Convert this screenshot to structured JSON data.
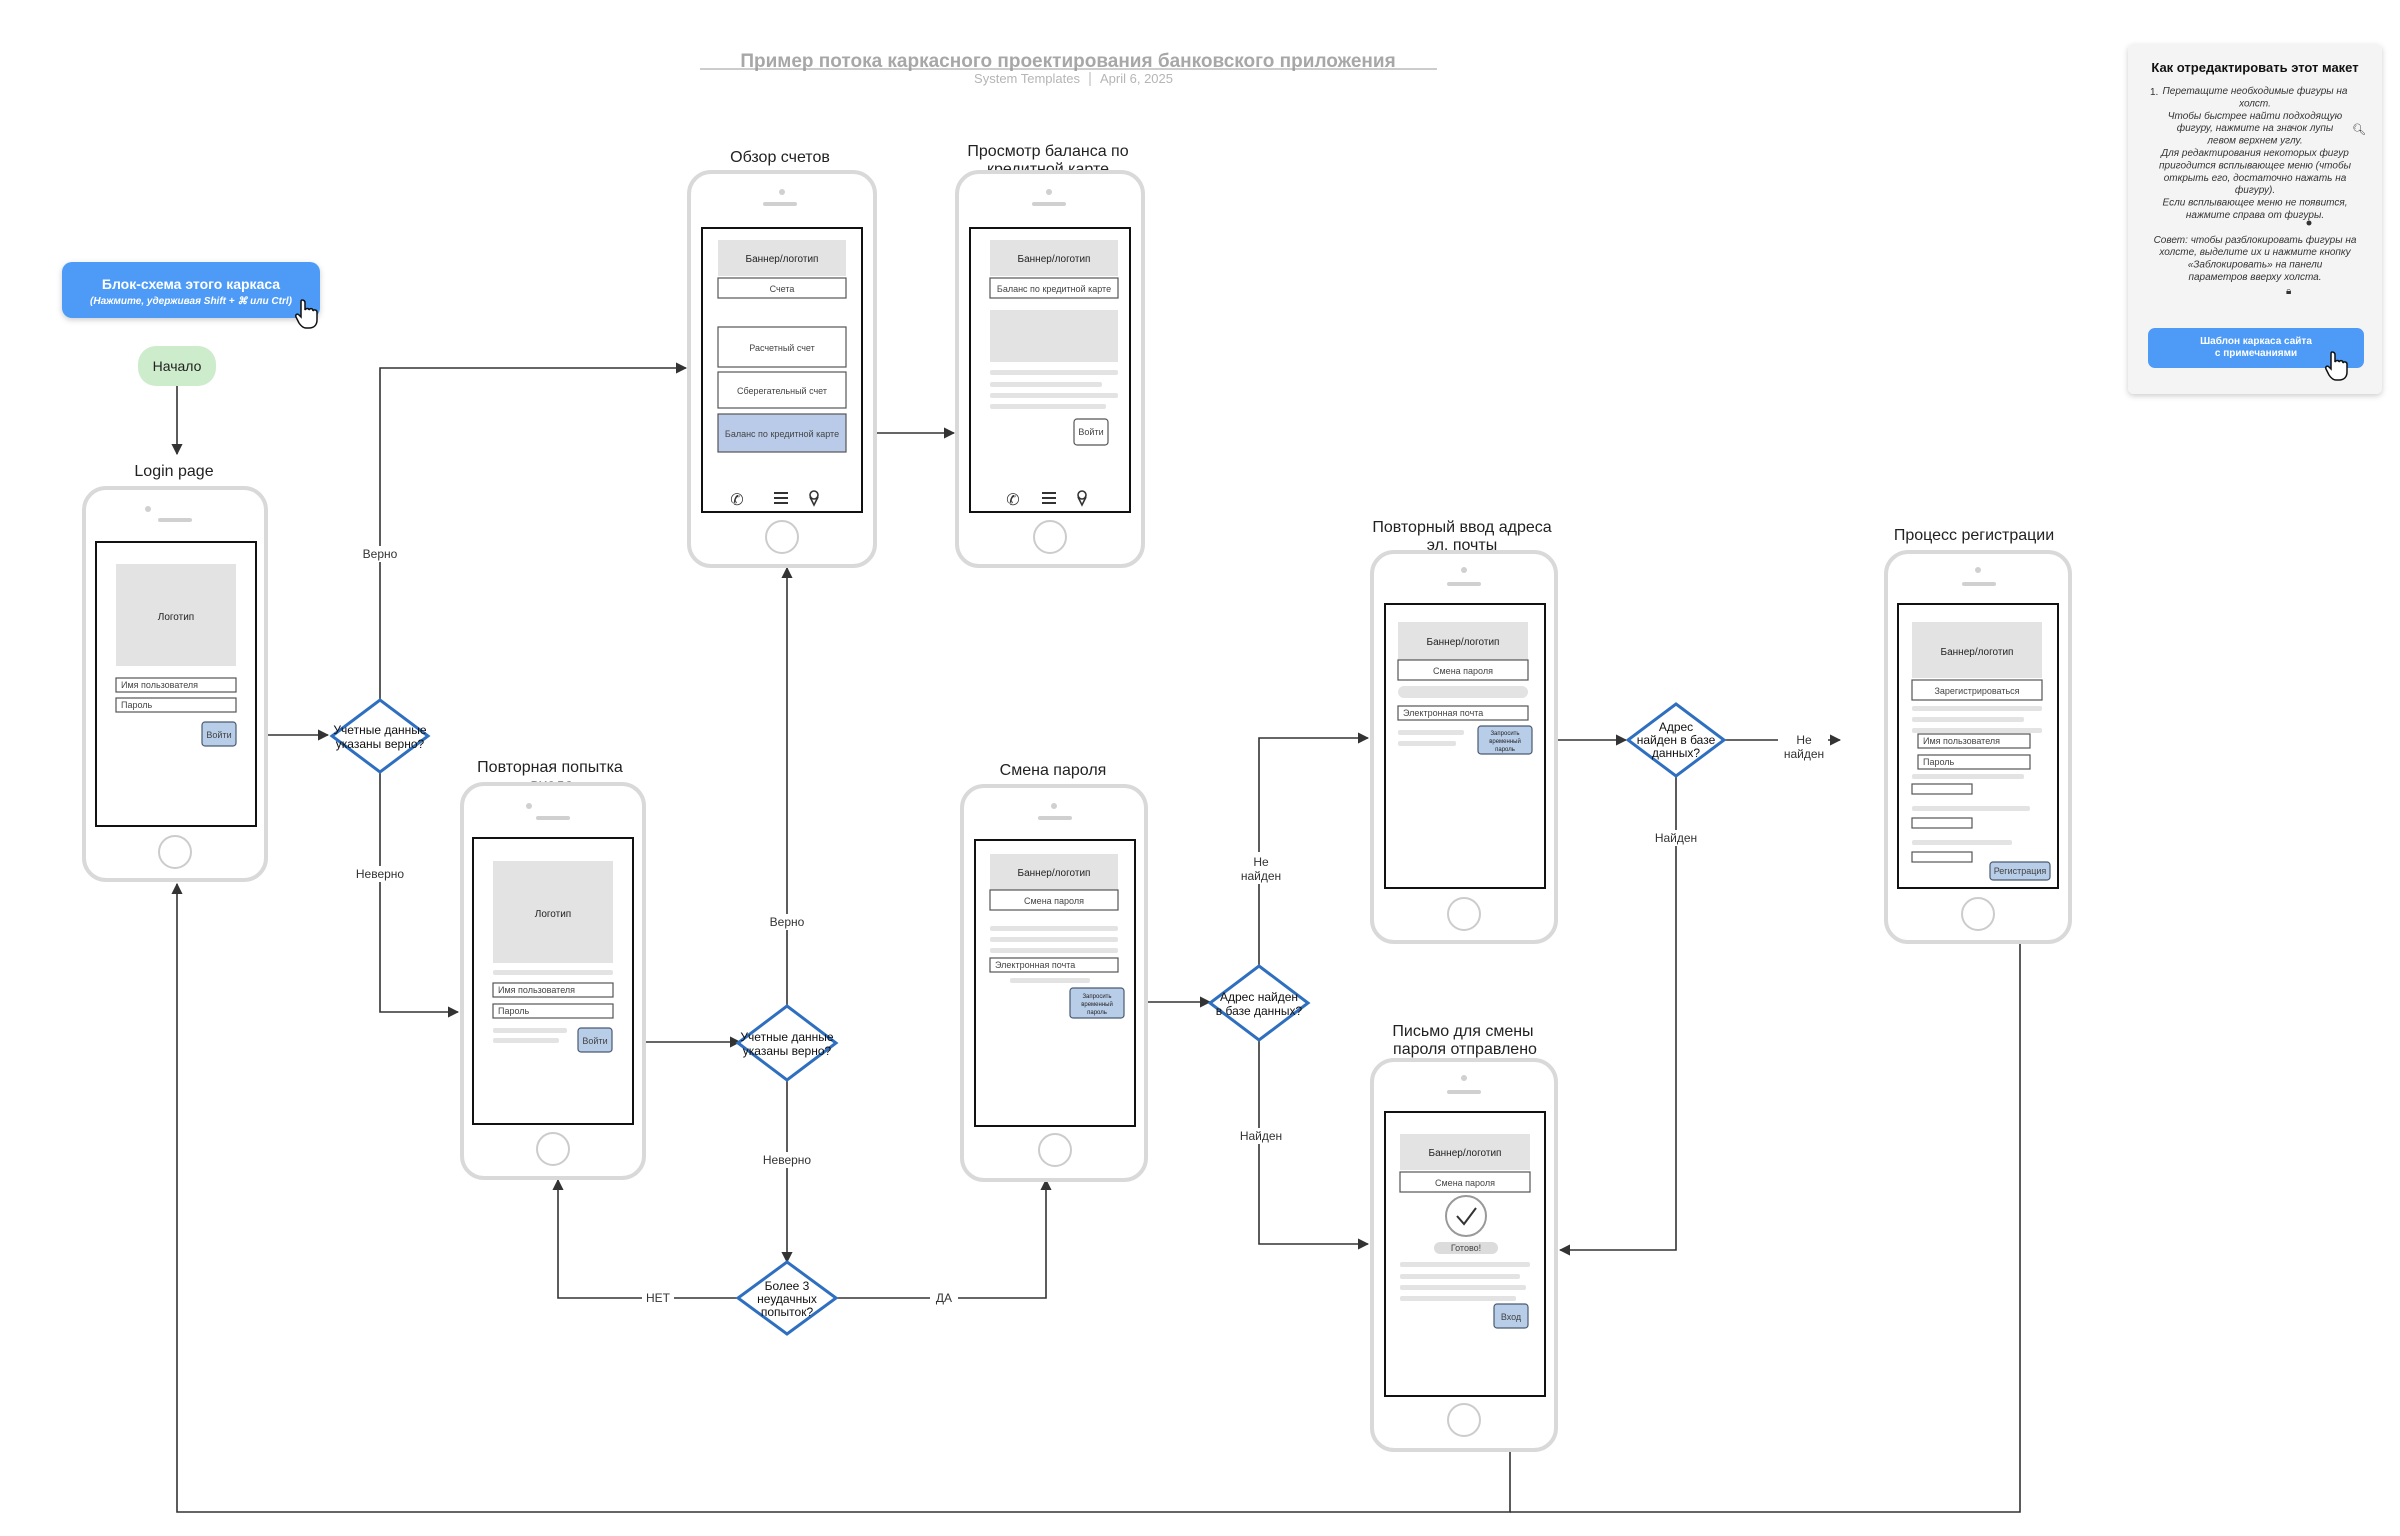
{
  "header": {
    "title": "Пример потока каркасного проектирования банковского приложения",
    "subtitle_author": "System Templates",
    "subtitle_date": "April 6, 2025"
  },
  "info_panel": {
    "title": "Как отредактировать этот макет",
    "step_number": "1.",
    "lines": [
      "Перетащите необходимые фигуры на",
      "холст.",
      "Чтобы быстрее найти подходящую",
      "фигуру, нажмите на значок лупы",
      "левом верхнем углу.",
      "Для редактирования некоторых фигур",
      "пригодится всплывающее меню (чтобы",
      "открыть его, достаточно нажать на",
      "фигуру).",
      "Если всплывающее меню не появится,",
      "нажмите      справа от фигуры.",
      "",
      "Совет: чтобы разблокировать фигуры на",
      "холсте, выделите их и нажмите кнопку",
      "«Заблокировать»     на панели",
      "параметров вверху холста."
    ],
    "button": "Шаблон каркаса сайта с примечаниями"
  },
  "callout": {
    "title": "Блок-схема этого каркаса",
    "hint": "(Нажмите, удерживая Shift + ⌘ или Ctrl)"
  },
  "start": {
    "label": "Начало"
  },
  "phones": {
    "login": {
      "caption": "Login page",
      "logo": "Логотип",
      "username": "Имя пользователя",
      "password": "Пароль",
      "login_button": "Войти"
    },
    "retry": {
      "caption_line1": "Повторная попытка",
      "caption_line2": "входа",
      "logo": "Логотип",
      "username": "Имя пользователя",
      "password": "Пароль",
      "login_button": "Войти"
    },
    "overview": {
      "caption": "Обзор счетов",
      "banner": "Баннер/логотип",
      "accounts": "Счета",
      "checking": "Расчетный счет",
      "savings": "Сберегательный счет",
      "credit": "Баланс по кредитной карте"
    },
    "credit": {
      "caption_line1": "Просмотр баланса по",
      "caption_line2": "кредитной карте",
      "banner": "Баннер/логотип",
      "heading": "Баланс по кредитной карте",
      "button": "Войти"
    },
    "reset": {
      "caption": "Смена пароля",
      "banner": "Баннер/логотип",
      "heading": "Смена пароля",
      "email": "Электронная почта",
      "button_line1": "Запросить",
      "button_line2": "временный",
      "button_line3": "пароль"
    },
    "reenter": {
      "caption_line1": "Повторный ввод адреса",
      "caption_line2": "эл. почты",
      "banner": "Баннер/логотип",
      "heading": "Смена пароля",
      "email": "Электронная почта",
      "button_line1": "Запросить",
      "button_line2": "временный",
      "button_line3": "пароль"
    },
    "sent": {
      "caption_line1": "Письмо для смены",
      "caption_line2": "пароля отправлено",
      "banner": "Баннер/логотип",
      "heading": "Смена пароля",
      "done": "Готово!",
      "button": "Вход"
    },
    "register": {
      "caption": "Процесс регистрации",
      "banner": "Баннер/логотип",
      "heading": "Зарегистрироваться",
      "username": "Имя пользователя",
      "password": "Пароль",
      "button": "Регистрация"
    }
  },
  "decisions": {
    "d1": {
      "line1": "Учетные данные",
      "line2": "указаны верно?"
    },
    "d2": {
      "line1": "Учетные данные",
      "line2": "указаны верно?"
    },
    "d3": {
      "line1": "Более 3",
      "line2": "неудачных",
      "line3": "попыток?"
    },
    "d4": {
      "line1": "Адрес найден",
      "line2": "в базе данных?"
    },
    "d5": {
      "line1": "Адрес",
      "line2": "найден в базе",
      "line3": "данных?"
    }
  },
  "edge_labels": {
    "correct1": "Верно",
    "wrong1": "Неверно",
    "correct2": "Верно",
    "wrong2": "Неверно",
    "no": "НЕТ",
    "yes": "ДА",
    "notfound1_line1": "Не",
    "notfound1_line2": "найден",
    "found1": "Найден",
    "notfound2_line1": "Не",
    "notfound2_line2": "найден",
    "found2": "Найден"
  },
  "colors": {
    "decision_stroke": "#2f6fbf",
    "callout_fill": "#4d9bf7",
    "start_fill": "#cdeccb",
    "button_fill": "#b8cde8",
    "highlight_fill": "#b9cbe8"
  },
  "icons": [
    "phone-icon",
    "menu-icon",
    "location-pin-icon",
    "hand-cursor-icon",
    "checkmark-icon",
    "magnifier-icon",
    "lock-icon"
  ]
}
